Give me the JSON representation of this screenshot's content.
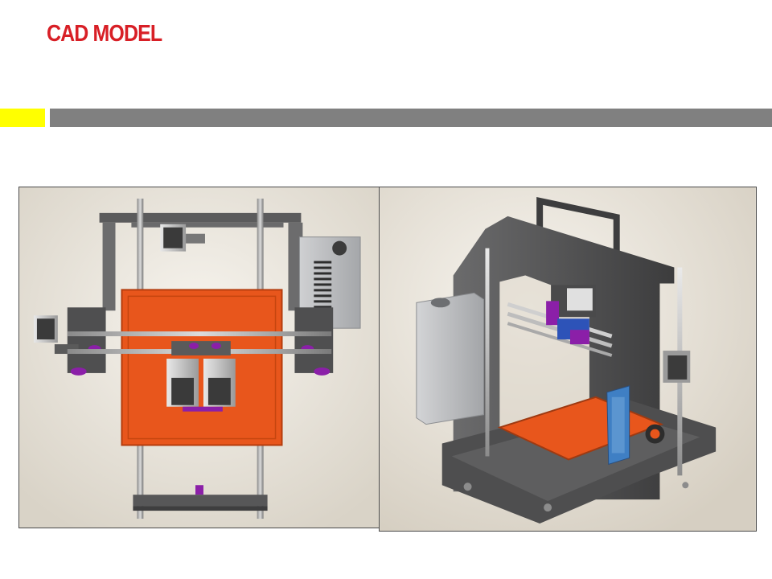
{
  "slide": {
    "title": "CAD MODEL",
    "colors": {
      "title": "#d81f26",
      "accent_yellow": "#ffff00",
      "accent_bar": "#808080",
      "bed_orange": "#e8561c",
      "frame_dark": "#4f4f50",
      "clip_purple": "#8b1fa8",
      "carriage_blue": "#2d53b8"
    }
  },
  "images": {
    "left": {
      "icon": "printer-top-view-render"
    },
    "right": {
      "icon": "printer-perspective-render"
    }
  }
}
